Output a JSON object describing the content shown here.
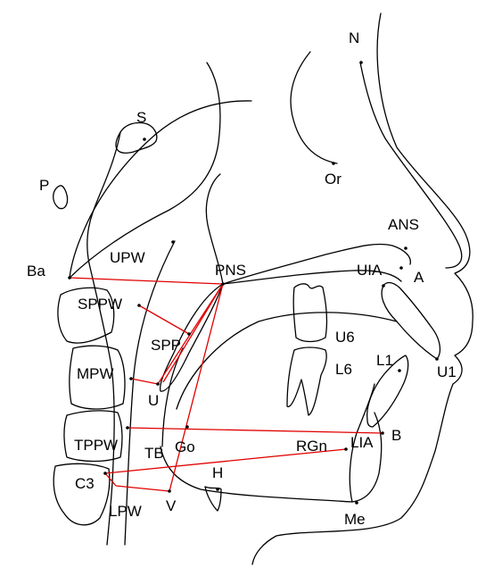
{
  "figure": {
    "line_color": "#e00000",
    "outline_color": "#000000",
    "background": "#ffffff"
  },
  "landmarks": {
    "N": "N",
    "S": "S",
    "Or": "Or",
    "P": "P",
    "ANS": "ANS",
    "Ba": "Ba",
    "UPW": "UPW",
    "PNS": "PNS",
    "UIA": "UIA",
    "A": "A",
    "SPPW": "SPPW",
    "U6": "U6",
    "SPP": "SPP",
    "L6": "L6",
    "L1": "L1",
    "U1": "U1",
    "MPW": "MPW",
    "U": "U",
    "B": "B",
    "TPPW": "TPPW",
    "TB": "TB",
    "Go": "Go",
    "RGn": "RGn",
    "LIA": "LIA",
    "H": "H",
    "C3": "C3",
    "V": "V",
    "LPW": "LPW",
    "Me": "Me"
  }
}
